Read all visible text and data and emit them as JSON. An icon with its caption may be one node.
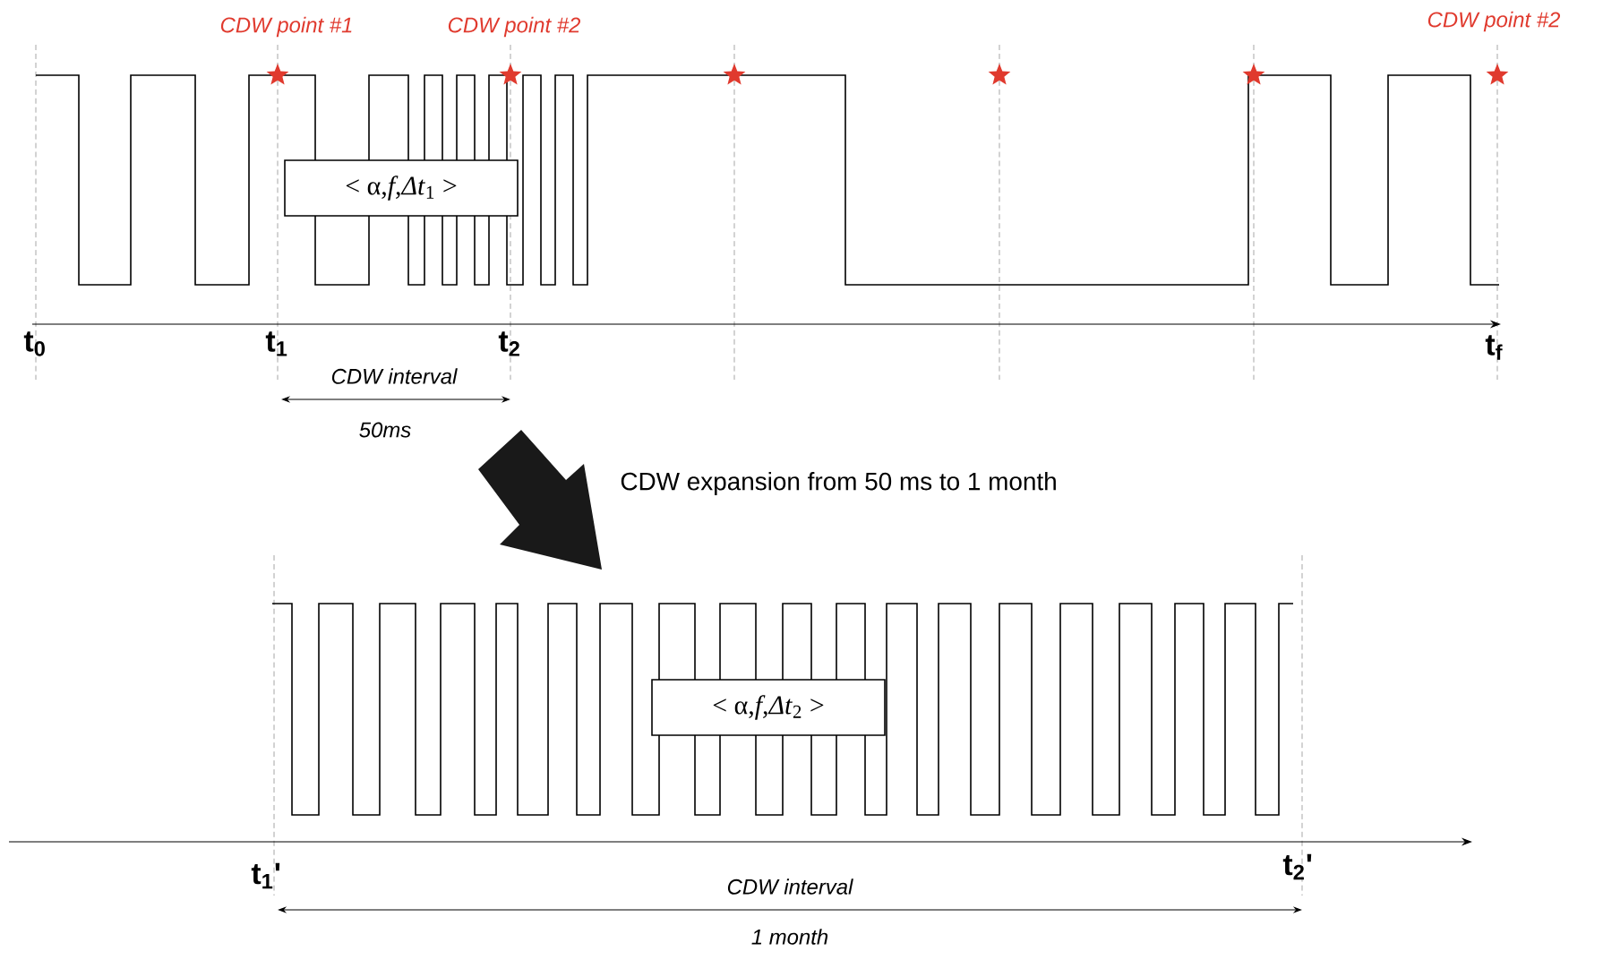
{
  "diagram": {
    "nodes": [
      {
        "text": [
          "< α,*f*,*Δt*$_{1}$ >"
        ]
      },
      {
        "text": [
          "< α,*f*,*Δt*$_{2}$ >"
        ]
      }
    ],
    "labels": [
      "CDW point #1",
      "CDW point #2",
      "CDW point #2",
      "t$_{0}$",
      "t$_{1}$",
      "t$_{2}$",
      "t$_{f}$",
      "CDW interval",
      "50ms",
      "CDW expansion from 50 ms to 1 month",
      "t$_{1}$'",
      "t$_{2}$'",
      "CDW interval",
      "1 month"
    ]
  }
}
